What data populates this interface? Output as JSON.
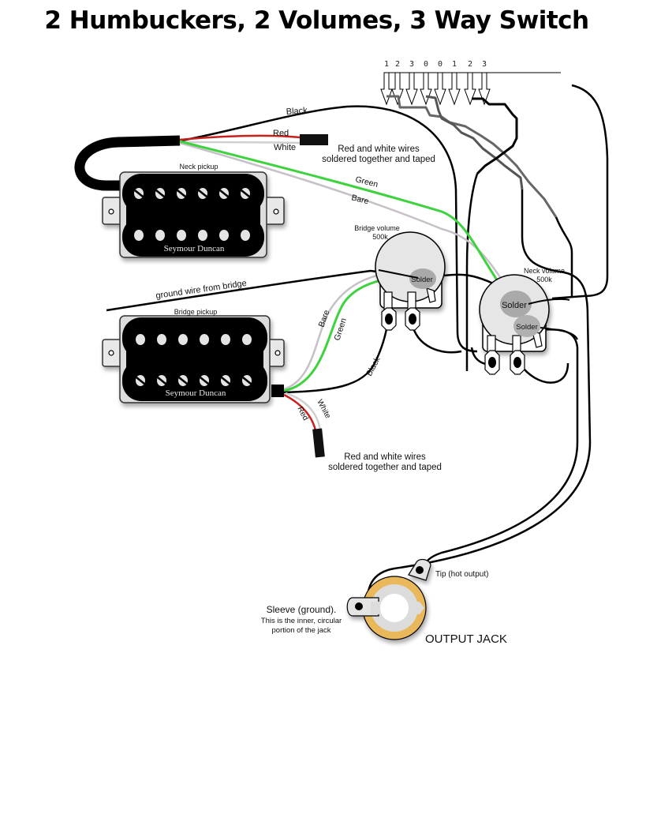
{
  "title": "2 Humbuckers, 2 Volumes, 3 Way Switch",
  "switch": {
    "lug_numbers": [
      "1",
      "2",
      "3",
      "0",
      "0",
      "1",
      "2",
      "3"
    ]
  },
  "neck_pickup": {
    "label": "Neck pickup",
    "brand": "Seymour Duncan",
    "wires": {
      "black": "Black",
      "red": "Red",
      "white": "White",
      "green": "Green",
      "bare": "Bare"
    },
    "tape_note_line1": "Red and white wires",
    "tape_note_line2": "soldered together and taped"
  },
  "bridge_pickup": {
    "label": "Bridge pickup",
    "brand": "Seymour Duncan",
    "wires": {
      "bare": "Bare",
      "green": "Green",
      "black": "Black",
      "red": "Red",
      "white": "White"
    },
    "tape_note_line1": "Red and white wires",
    "tape_note_line2": "soldered together and taped"
  },
  "ground_wire": "ground wire from bridge",
  "bridge_volume": {
    "label": "Bridge volume",
    "value": "500k",
    "solder": "Solder"
  },
  "neck_volume": {
    "label": "Neck volume",
    "value": "500k",
    "solder_top": "Solder",
    "solder_bottom": "Solder"
  },
  "output_jack": {
    "label": "OUTPUT JACK",
    "tip": "Tip (hot output)",
    "sleeve_line1": "Sleeve (ground).",
    "sleeve_line2": "This is the inner, circular",
    "sleeve_line3": "portion of the jack"
  },
  "colors": {
    "black_wire": "#000000",
    "red_wire": "#c8201c",
    "white_wire": "#cfcfcf",
    "green_wire": "#3ed23e",
    "bare_wire": "#c8c0c8",
    "switch_wire": "#666666",
    "pot_body": "#e6e6e6",
    "solder": "#a9a9a9",
    "jack_ring": "#e8b85a"
  }
}
